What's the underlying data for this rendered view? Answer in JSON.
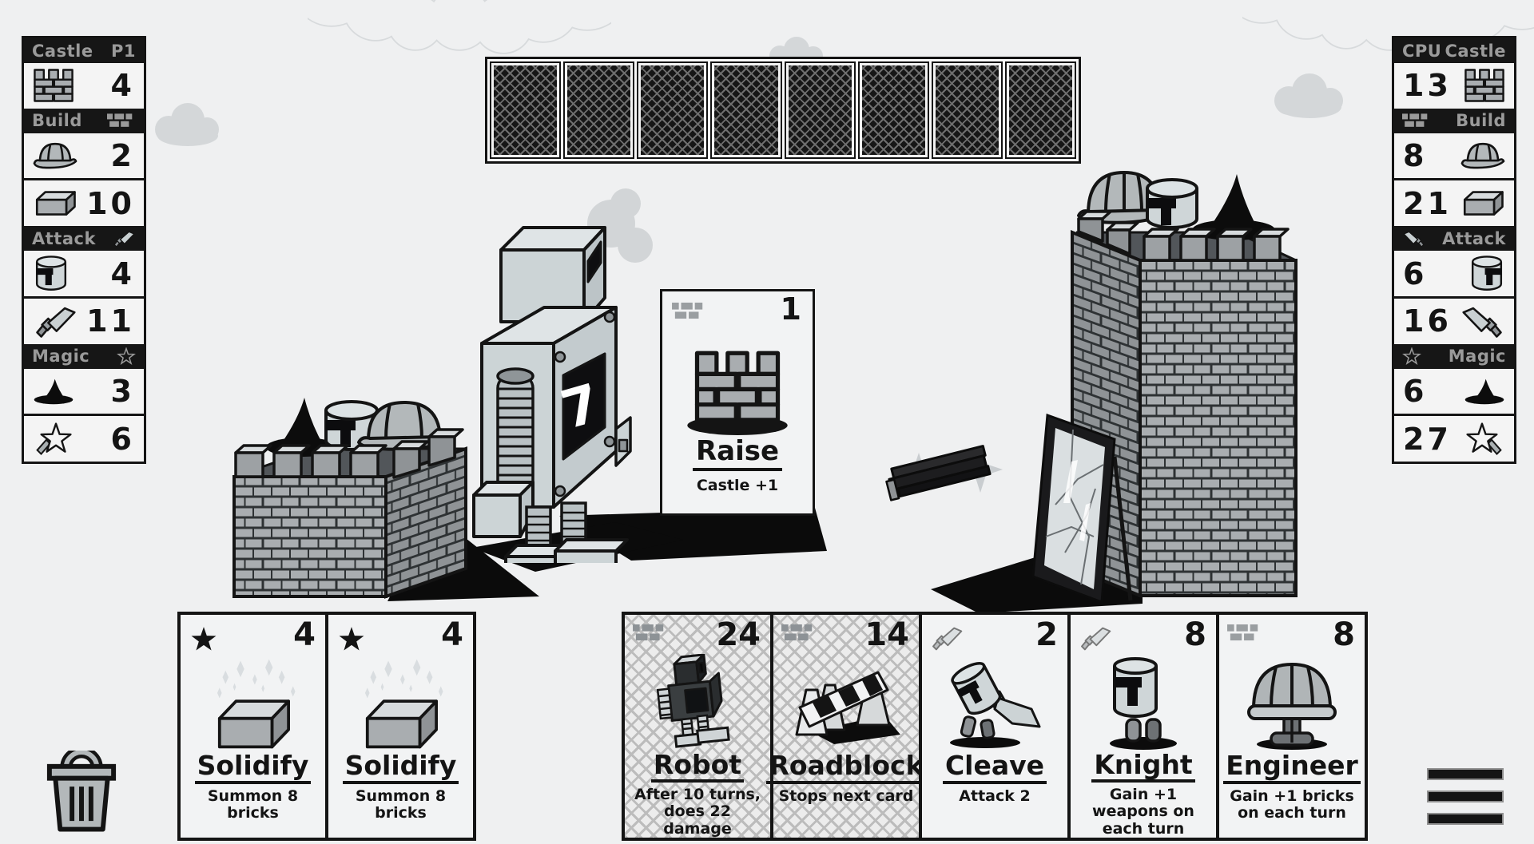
{
  "player_panel": {
    "header_left": "Castle",
    "header_right": "P1",
    "castle_value": "4",
    "build_label": "Build",
    "builders": "2",
    "bricks": "10",
    "attack_label": "Attack",
    "soldiers": "4",
    "weapons": "11",
    "magic_label": "Magic",
    "wizards": "3",
    "crystals": "6"
  },
  "cpu_panel": {
    "header_left": "CPU",
    "header_right": "Castle",
    "castle_value": "13",
    "build_label": "Build",
    "builders": "8",
    "bricks": "21",
    "attack_label": "Attack",
    "soldiers": "6",
    "weapons": "16",
    "magic_label": "Magic",
    "wizards": "6",
    "crystals": "27"
  },
  "board": {
    "deck_count": 8,
    "played_card": {
      "cost": "1",
      "title": "Raise",
      "description": "Castle +1"
    },
    "robot_number": "7"
  },
  "hand": {
    "solidify_cards": [
      {
        "cost": "4",
        "title": "Solidify",
        "description": "Summon 8 bricks"
      },
      {
        "cost": "4",
        "title": "Solidify",
        "description": "Summon 8 bricks"
      }
    ],
    "cards": [
      {
        "cost": "24",
        "title": "Robot",
        "description": "After 10 turns, does 22 damage",
        "disabled": true
      },
      {
        "cost": "14",
        "title": "Roadblock",
        "description": "Stops next card",
        "disabled": true
      },
      {
        "cost": "2",
        "title": "Cleave",
        "description": "Attack 2",
        "disabled": false
      },
      {
        "cost": "8",
        "title": "Knight",
        "description": "Gain +1 weapons on each turn",
        "disabled": false
      },
      {
        "cost": "8",
        "title": "Engineer",
        "description": "Gain +1 bricks on each turn",
        "disabled": false
      }
    ]
  },
  "icons": {
    "castle": "crenellated-wall",
    "builders": "hard-hat",
    "bricks": "brick",
    "soldiers": "great-helm",
    "weapons": "sword",
    "wizards": "wizard-hat",
    "crystals": "magic-wand",
    "build_header": "bricks",
    "attack_header": "sword",
    "magic_header": "star-outline",
    "discard": "trash-can",
    "menu": "hamburger"
  },
  "colors": {
    "background": "#eff0f1",
    "ink": "#141414",
    "panel_gray": "#9a9a9a",
    "brick_gray": "#a9adb0",
    "steel_light": "#cfd6d8",
    "cloud_gray": "#d4d7d9"
  }
}
